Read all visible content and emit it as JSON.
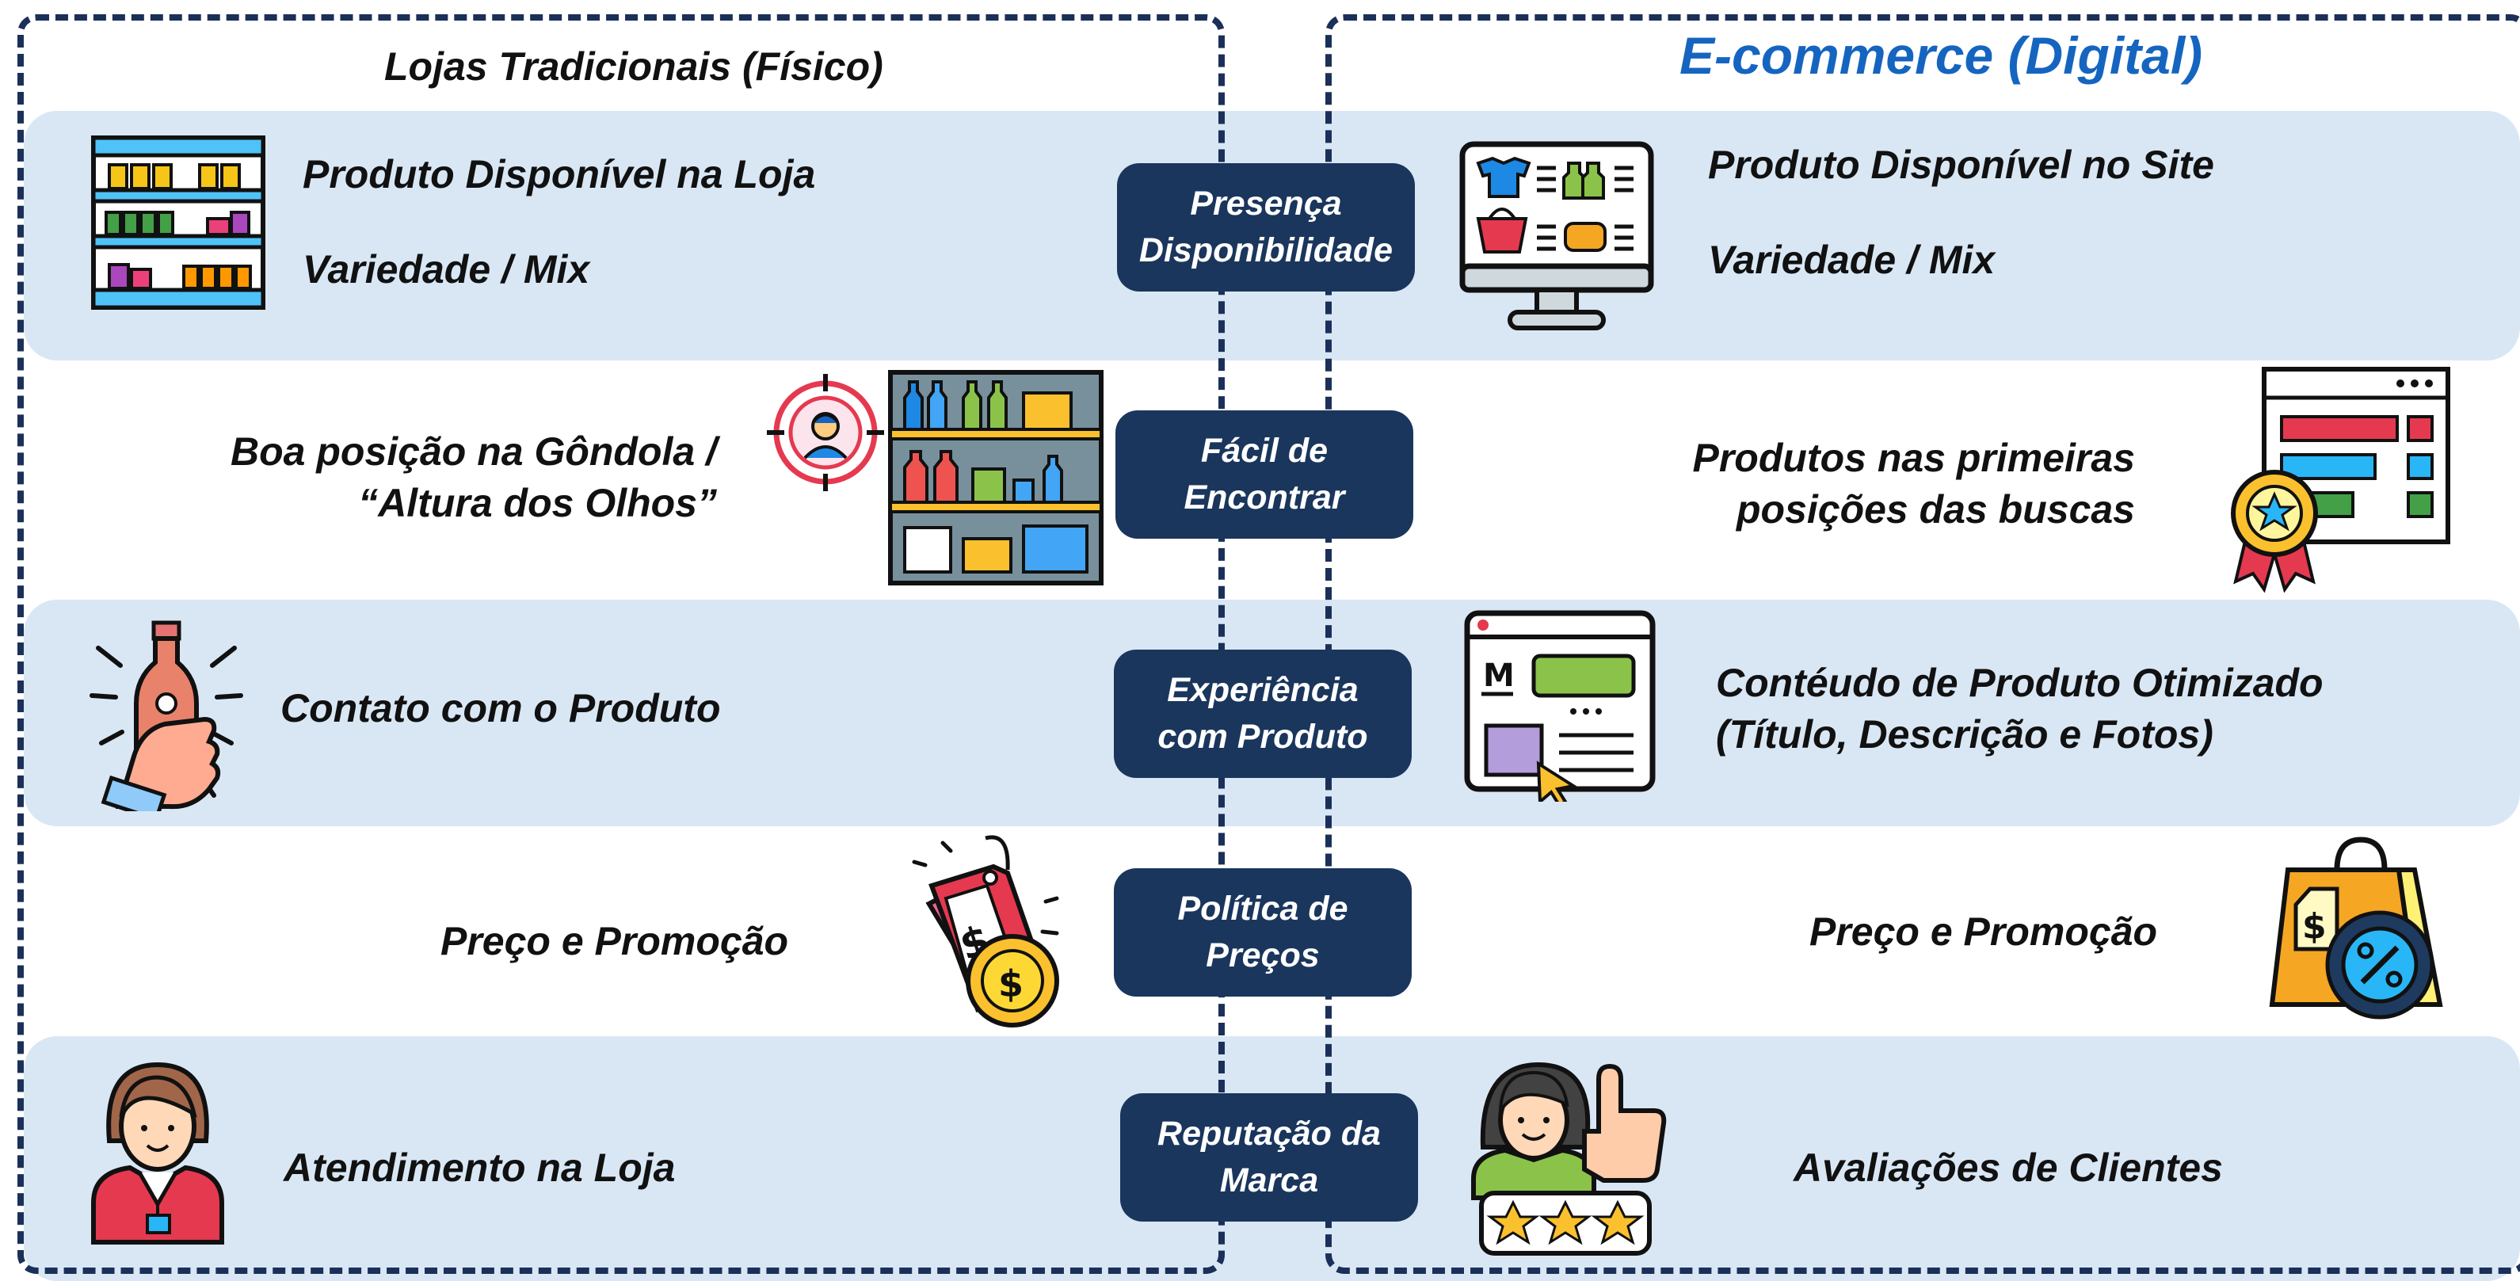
{
  "left_panel": {
    "title": "Lojas Tradicionais (Físico)"
  },
  "right_panel": {
    "title": "E-commerce (Digital)"
  },
  "rows": [
    {
      "id": "presenca",
      "center_lines": [
        "Presença",
        "Disponibilidade"
      ],
      "left_lines": [
        "Produto Disponível na Loja",
        "Variedade / Mix"
      ],
      "left_icon": "store-shelf-icon",
      "right_lines": [
        "Produto Disponível no Site",
        "Variedade / Mix"
      ],
      "right_icon": "online-store-monitor-icon"
    },
    {
      "id": "facil",
      "center_lines": [
        "Fácil de",
        "Encontrar"
      ],
      "left_lines": [
        "Boa posição na Gôndola /",
        "“Altura dos Olhos”"
      ],
      "left_icon": "shelf-target-icon",
      "right_lines": [
        "Produtos nas primeiras",
        "posições das buscas"
      ],
      "right_icon": "ranking-list-award-icon"
    },
    {
      "id": "experiencia",
      "center_lines": [
        "Experiência",
        "com Produto"
      ],
      "left_lines": [
        "Contato com o Produto"
      ],
      "left_icon": "hand-bottle-icon",
      "right_lines": [
        "Contéudo de Produto Otimizado",
        "(Título, Descrição e Fotos)"
      ],
      "right_icon": "product-page-icon"
    },
    {
      "id": "preco",
      "center_lines": [
        "Política de",
        "Preços"
      ],
      "left_lines": [
        "Preço e Promoção"
      ],
      "left_icon": "price-tag-coin-icon",
      "right_lines": [
        "Preço e Promoção"
      ],
      "right_icon": "shopping-bag-discount-icon"
    },
    {
      "id": "reputacao",
      "center_lines": [
        "Reputação da",
        "Marca"
      ],
      "left_lines": [
        "Atendimento na Loja"
      ],
      "left_icon": "store-attendant-icon",
      "right_lines": [
        "Avaliações de Clientes"
      ],
      "right_icon": "customer-review-stars-icon"
    }
  ],
  "colors": {
    "band": "#d9e7f5",
    "pill": "#1a365d",
    "border": "#1b3058",
    "title_accent": "#1565c0"
  }
}
